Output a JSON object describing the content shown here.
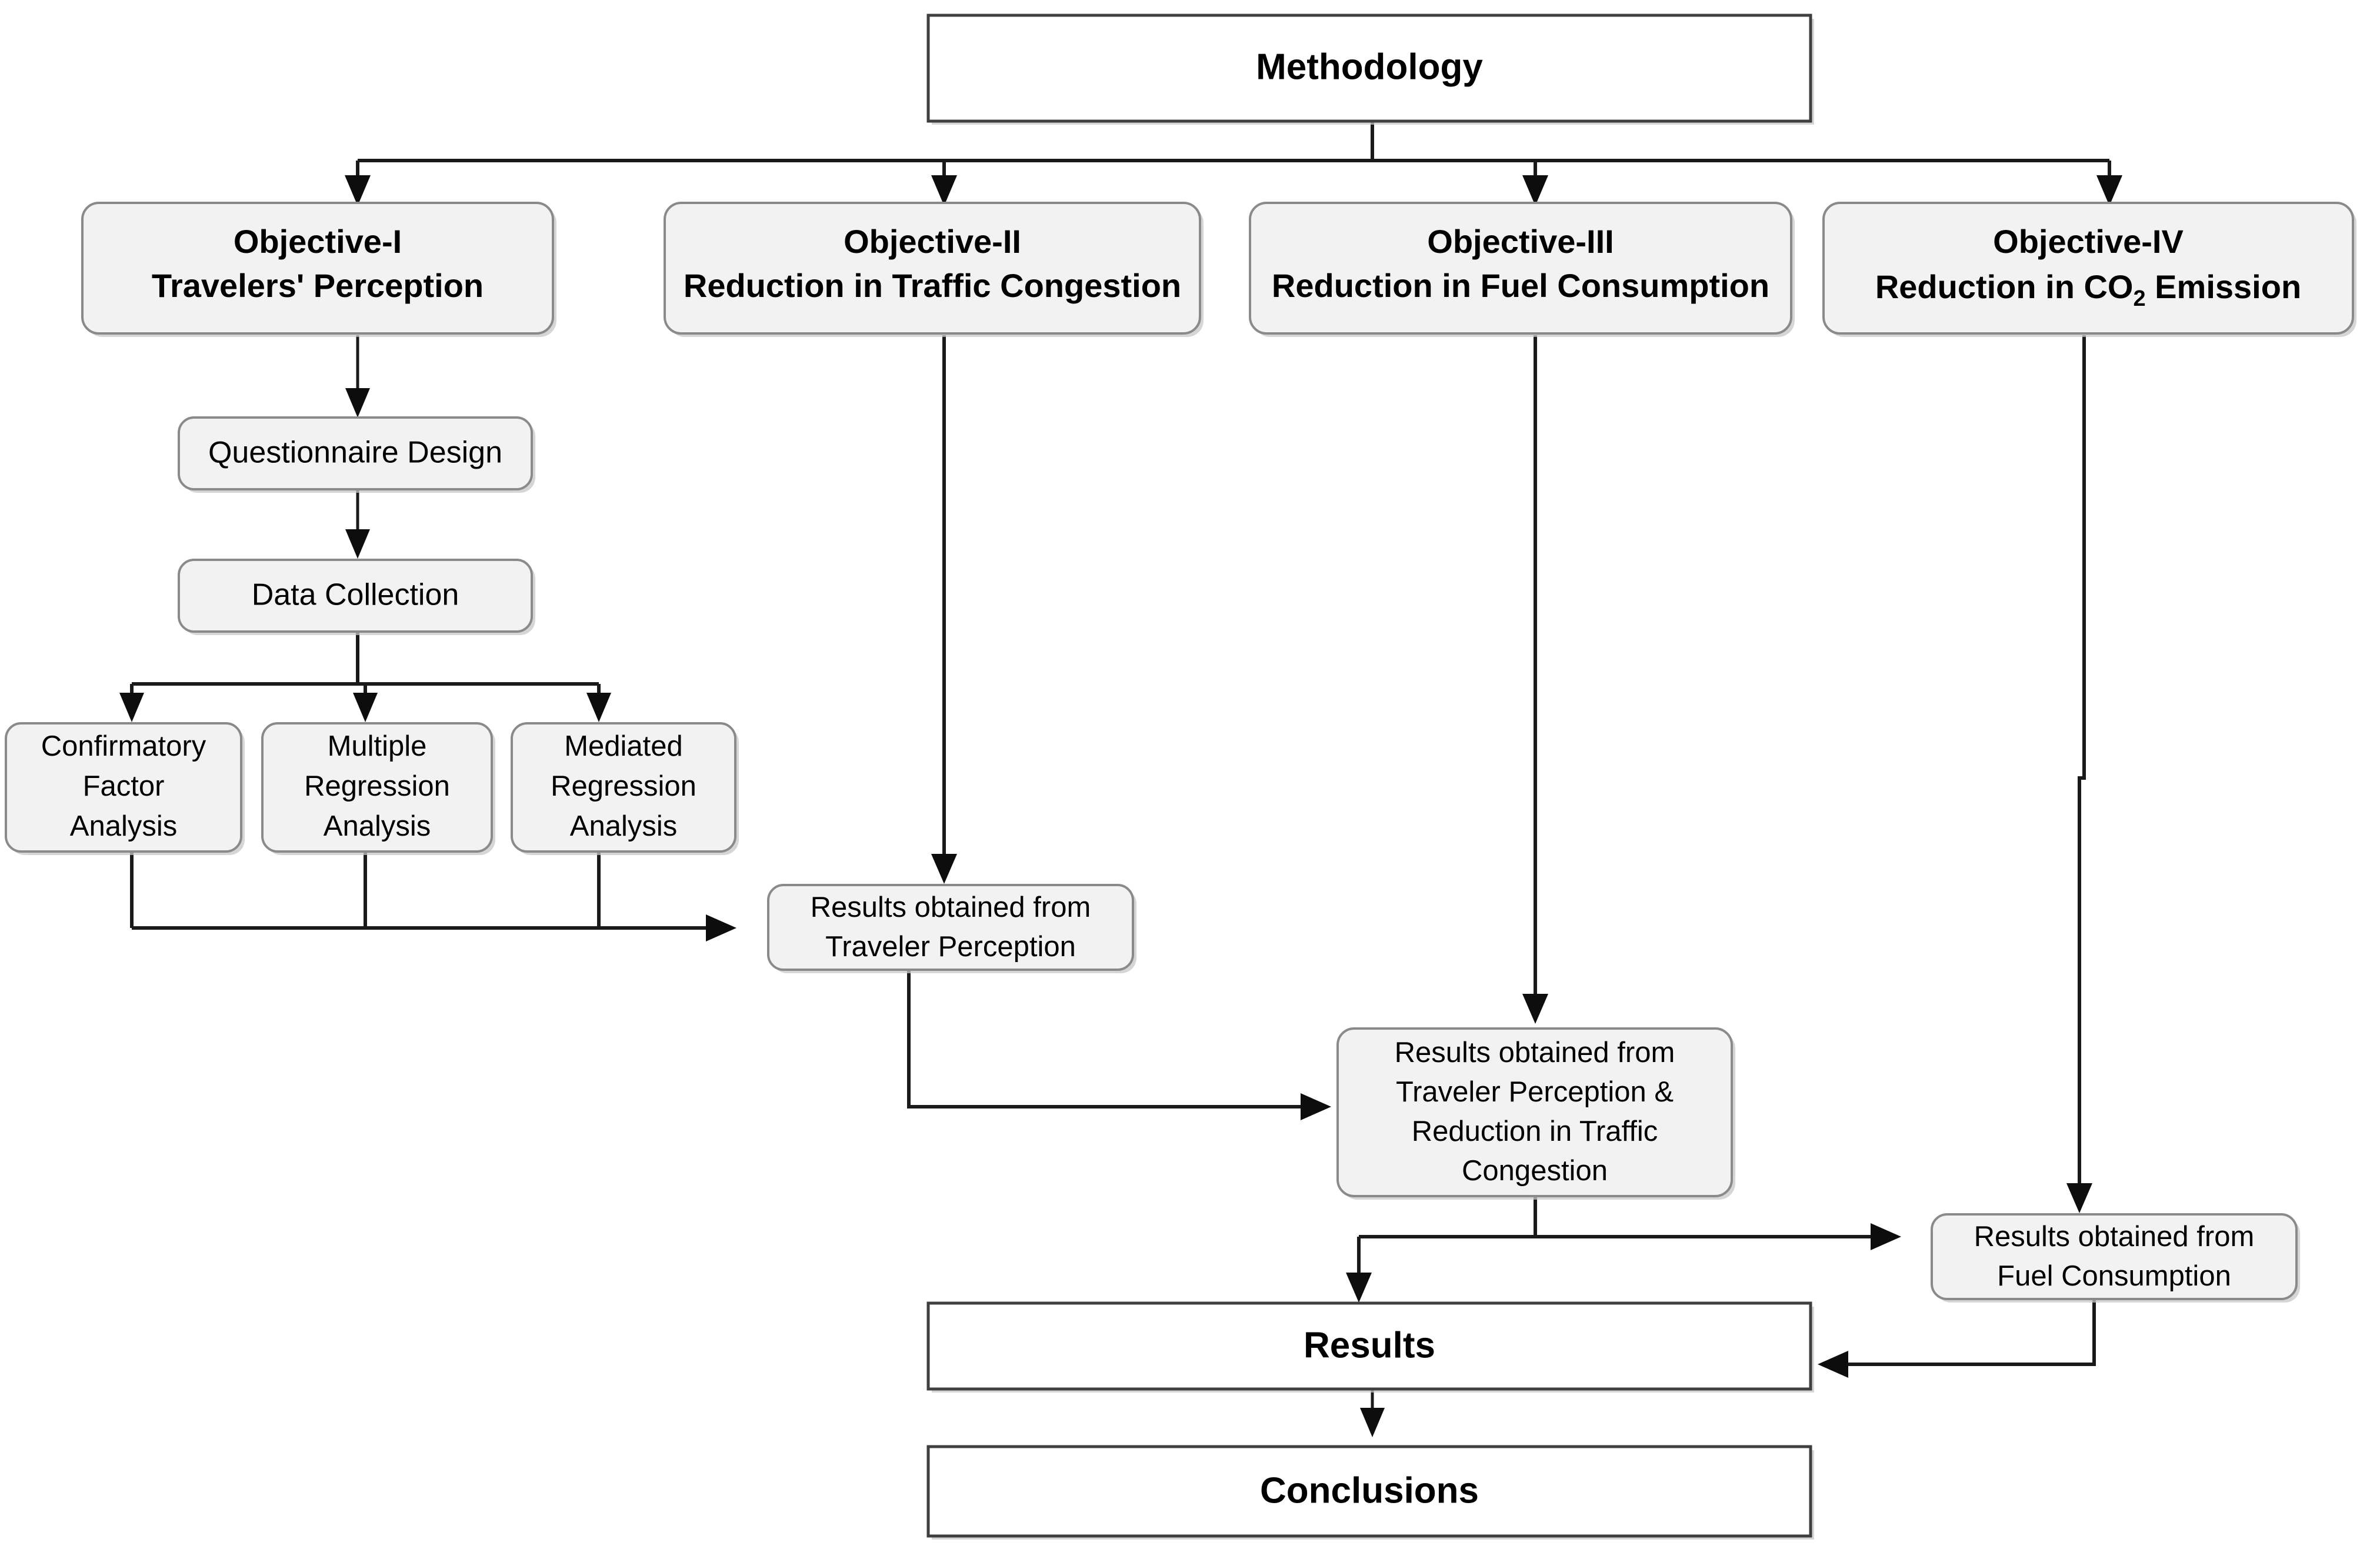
{
  "diagram": {
    "type": "flowchart",
    "title": "Methodology",
    "background_color": "#ffffff",
    "box_fill_rounded": "#f2f2f2",
    "box_fill_sharp": "#ffffff",
    "edge_color": "#1a1a1a"
  },
  "nodes": {
    "methodology": {
      "label": "Methodology",
      "shape": "rectangle",
      "bold": true
    },
    "objective_1": {
      "line1": "Objective-I",
      "line2": "Travelers' Perception",
      "shape": "rounded",
      "bold": true
    },
    "objective_2": {
      "line1": "Objective-II",
      "line2": "Reduction in Traffic Congestion",
      "shape": "rounded",
      "bold": true
    },
    "objective_3": {
      "line1": "Objective-III",
      "line2": "Reduction in Fuel Consumption",
      "shape": "rounded",
      "bold": true
    },
    "objective_4": {
      "line1": "Objective-IV",
      "line2_pre": "Reduction in CO",
      "line2_sub": "2",
      "line2_post": " Emission",
      "shape": "rounded",
      "bold": true
    },
    "questionnaire_design": {
      "label": "Questionnaire Design",
      "shape": "rounded",
      "bold": false
    },
    "data_collection": {
      "label": "Data Collection",
      "shape": "rounded",
      "bold": false
    },
    "confirmatory_factor_analysis": {
      "line1": "Confirmatory",
      "line2": "Factor",
      "line3": "Analysis",
      "shape": "rounded",
      "bold": false
    },
    "multiple_regression_analysis": {
      "line1": "Multiple",
      "line2": "Regression",
      "line3": "Analysis",
      "shape": "rounded",
      "bold": false
    },
    "mediated_regression_analysis": {
      "line1": "Mediated",
      "line2": "Regression",
      "line3": "Analysis",
      "shape": "rounded",
      "bold": false
    },
    "results_traveler_perception": {
      "line1": "Results obtained from",
      "line2": "Traveler Perception",
      "shape": "rounded",
      "bold": false
    },
    "results_perception_congestion": {
      "line1": "Results obtained from",
      "line2": "Traveler Perception &",
      "line3": "Reduction in Traffic",
      "line4": "Congestion",
      "shape": "rounded",
      "bold": false
    },
    "results_fuel_consumption": {
      "line1": "Results obtained from",
      "line2": "Fuel Consumption",
      "shape": "rounded",
      "bold": false
    },
    "results": {
      "label": "Results",
      "shape": "rectangle",
      "bold": true
    },
    "conclusions": {
      "label": "Conclusions",
      "shape": "rectangle",
      "bold": true
    }
  },
  "edges": [
    {
      "from": "methodology",
      "to": "objective_1",
      "style": "orthogonal-arrow"
    },
    {
      "from": "methodology",
      "to": "objective_2",
      "style": "orthogonal-arrow"
    },
    {
      "from": "methodology",
      "to": "objective_3",
      "style": "orthogonal-arrow"
    },
    {
      "from": "methodology",
      "to": "objective_4",
      "style": "orthogonal-arrow"
    },
    {
      "from": "objective_1",
      "to": "questionnaire_design",
      "style": "straight-arrow"
    },
    {
      "from": "questionnaire_design",
      "to": "data_collection",
      "style": "straight-arrow"
    },
    {
      "from": "data_collection",
      "to": "confirmatory_factor_analysis",
      "style": "orthogonal-arrow"
    },
    {
      "from": "data_collection",
      "to": "multiple_regression_analysis",
      "style": "orthogonal-arrow"
    },
    {
      "from": "data_collection",
      "to": "mediated_regression_analysis",
      "style": "orthogonal-arrow"
    },
    {
      "from": "confirmatory_factor_analysis",
      "to": "results_traveler_perception",
      "style": "orthogonal-arrow"
    },
    {
      "from": "multiple_regression_analysis",
      "to": "results_traveler_perception",
      "style": "orthogonal-arrow"
    },
    {
      "from": "mediated_regression_analysis",
      "to": "results_traveler_perception",
      "style": "orthogonal-arrow"
    },
    {
      "from": "objective_2",
      "to": "results_traveler_perception",
      "style": "straight-arrow"
    },
    {
      "from": "results_traveler_perception",
      "to": "results_perception_congestion",
      "style": "orthogonal-arrow"
    },
    {
      "from": "objective_3",
      "to": "results_perception_congestion",
      "style": "straight-arrow"
    },
    {
      "from": "objective_4",
      "to": "results_fuel_consumption",
      "style": "straight-arrow"
    },
    {
      "from": "results_perception_congestion",
      "to": "results_fuel_consumption",
      "style": "orthogonal-arrow"
    },
    {
      "from": "results_perception_congestion",
      "to": "results",
      "style": "orthogonal-arrow"
    },
    {
      "from": "results_fuel_consumption",
      "to": "results",
      "style": "orthogonal-arrow"
    },
    {
      "from": "results",
      "to": "conclusions",
      "style": "straight-arrow"
    }
  ]
}
